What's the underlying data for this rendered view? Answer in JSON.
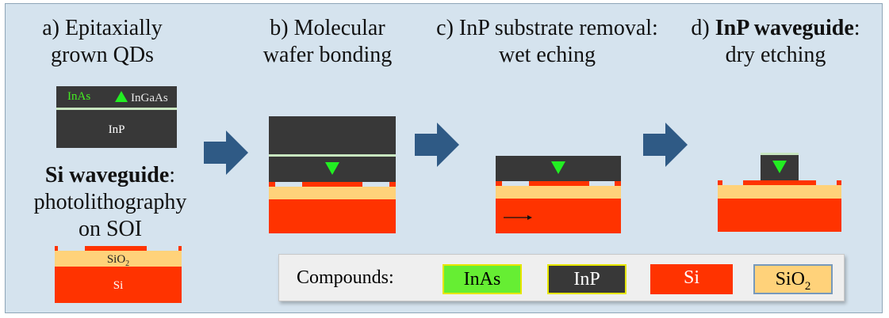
{
  "steps": {
    "a": {
      "line1": "a)  Epitaxially",
      "line2": "grown QDs"
    },
    "b": {
      "line1": "b) Molecular",
      "line2": "wafer bonding"
    },
    "c": {
      "line1": "c) InP substrate removal:",
      "line2": "wet eching"
    },
    "d": {
      "prefix": "d) ",
      "bold": "InP waveguide",
      "suffix": ":",
      "line2": "dry etching"
    }
  },
  "si_step": {
    "bold": "Si waveguide",
    "suffix": ":",
    "line2": "photolithography",
    "line3": "on SOI"
  },
  "labels": {
    "inas": "InAs",
    "ingaas": "InGaAs",
    "inp": "InP",
    "sio2_base": "SiO",
    "sio2_sub": "2",
    "si": "Si"
  },
  "legend": {
    "title": "Compounds:",
    "items": [
      {
        "label": "InAs",
        "sub": "",
        "fill": "#66ee33",
        "border": "#e6e600"
      },
      {
        "label": "InP",
        "sub": "",
        "fill": "#383838",
        "border": "#e6e600",
        "text": "#ffffff"
      },
      {
        "label": "Si",
        "sub": "",
        "fill": "#ff3300",
        "border": "#ff3300",
        "text": "#ffffff"
      },
      {
        "label": "SiO",
        "sub": "2",
        "fill": "#ffd27a",
        "border": "#7799bb"
      }
    ]
  },
  "colors": {
    "inp": "#383838",
    "si": "#ff3300",
    "sio2": "#ffd27a",
    "qd": "#22ee22",
    "wetting": "#c8e6c0",
    "arrow": "#2f5a85",
    "background": "#d5e3ee"
  }
}
